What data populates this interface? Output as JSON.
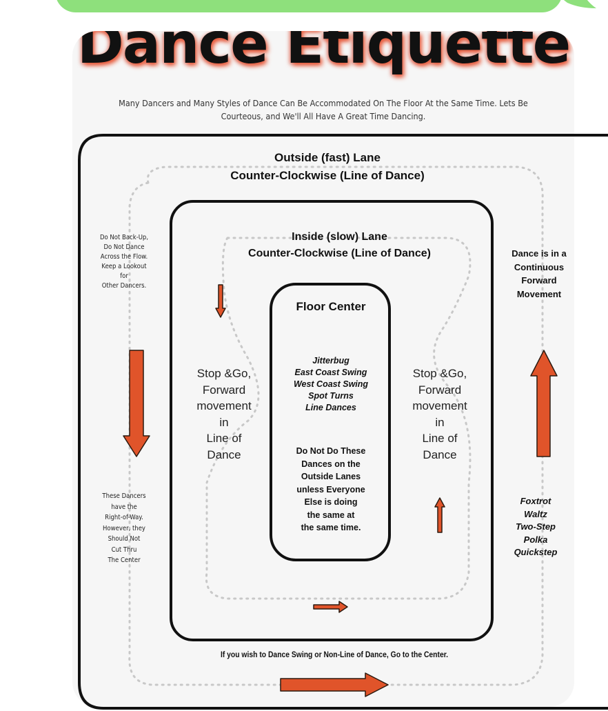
{
  "poster": {
    "title": "Dance Etiquette",
    "subtitle": "Many Dancers and Many Styles of Dance Can Be Accommodated On The Floor At the Same Time. Lets Be Courteous, and We'll All Have A Great Time Dancing.",
    "outside_lane": {
      "line1": "Outside (fast) Lane",
      "line2": "Counter-Clockwise (Line of Dance)"
    },
    "inside_lane": {
      "line1": "Inside (slow) Lane",
      "line2": "Counter-Clockwise (Line of Dance)"
    },
    "floor_center": {
      "title": "Floor Center",
      "dances": [
        "Jitterbug",
        "East Coast Swing",
        "West Coast Swing",
        "Spot Turns",
        "Line Dances"
      ],
      "note": [
        "Do Not Do These",
        "Dances on the",
        "Outside Lanes",
        "unless Everyone",
        "Else is doing",
        "the same at",
        "the same time."
      ]
    },
    "stop_go_left": [
      "Stop &Go,",
      "Forward",
      "movement",
      "in",
      "Line of",
      "Dance"
    ],
    "stop_go_right": [
      "Stop &Go,",
      "Forward",
      "movement",
      "in",
      "Line of",
      "Dance"
    ],
    "left_note_top": [
      "Do Not Back-Up,",
      "Do Not Dance",
      "Across the Flow.",
      "Keep a Lookout",
      "for",
      "Other Dancers."
    ],
    "left_note_bottom": [
      "These Dancers",
      "have the",
      "Right-of-Way.",
      "However, they",
      "Should Not",
      "Cut Thru",
      "The Center"
    ],
    "right_note_top": [
      "Dance is in a",
      "Continuous",
      "Forward",
      "Movement"
    ],
    "right_dances": [
      "Foxtrot",
      "Waltz",
      "Two-Step",
      "Polka",
      "Quickstep"
    ],
    "bottom_note": "If you wish to Dance Swing or Non-Line of Dance, Go to the Center."
  },
  "colors": {
    "bubble": "#8ee07c",
    "arrow": "#e0542a",
    "title_shadow": "#e85a3a"
  }
}
